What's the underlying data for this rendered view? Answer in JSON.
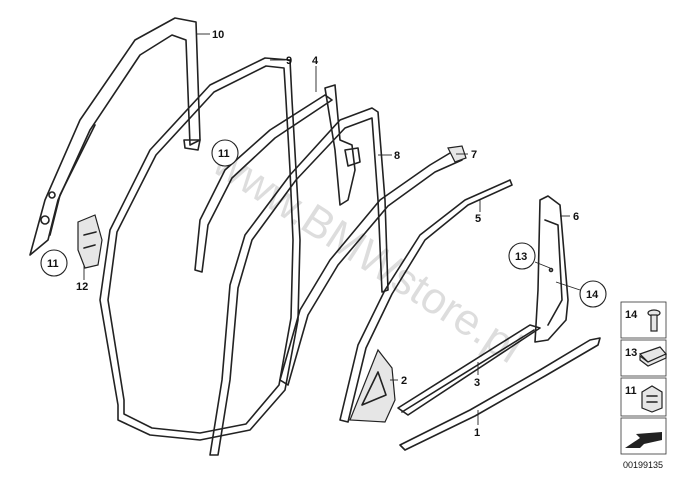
{
  "watermark": "www.BMWstore.pl",
  "callouts": {
    "c1": "1",
    "c2": "2",
    "c3": "3",
    "c4": "4",
    "c5": "5",
    "c6": "6",
    "c7": "7",
    "c8": "8",
    "c9": "9",
    "c10": "10",
    "c12": "12"
  },
  "circled": {
    "a": "11",
    "b": "11",
    "c": "13",
    "d": "14"
  },
  "legend": {
    "row14": "14",
    "row13": "13",
    "row11": "11"
  },
  "diagram_code": "00199135"
}
